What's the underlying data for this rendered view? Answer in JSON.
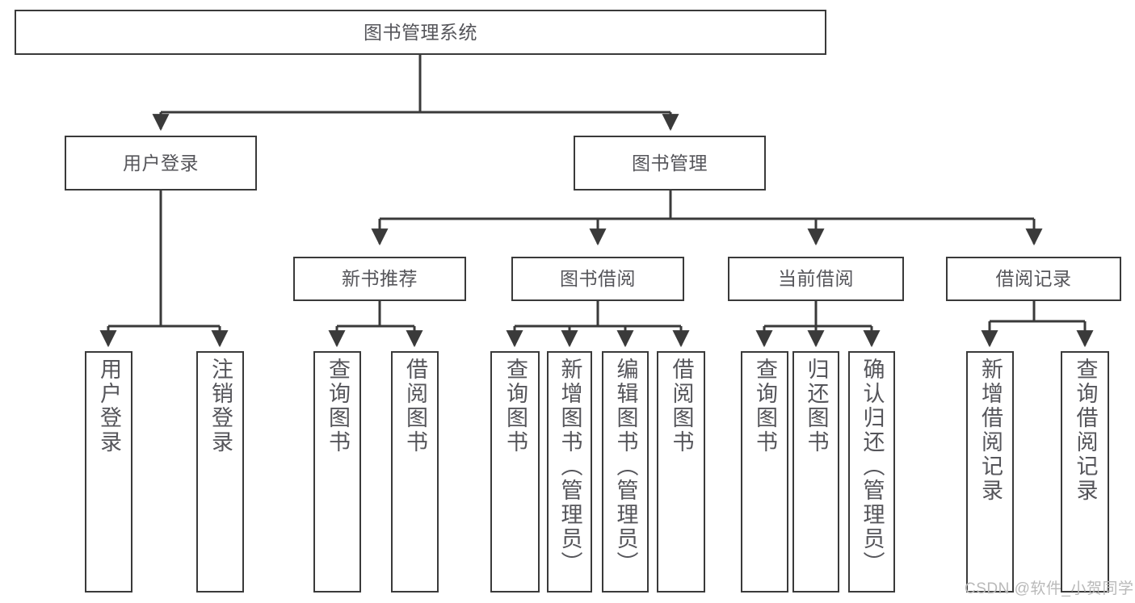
{
  "diagram": {
    "title": "图书管理系统",
    "type": "tree-hierarchy-chart",
    "root": {
      "label": "图书管理系统"
    },
    "level1": [
      {
        "label": "用户登录"
      },
      {
        "label": "图书管理"
      }
    ],
    "level2": [
      {
        "label": "新书推荐"
      },
      {
        "label": "图书借阅"
      },
      {
        "label": "当前借阅"
      },
      {
        "label": "借阅记录"
      }
    ],
    "leaves": {
      "user_login": [
        {
          "label": "用户登录"
        },
        {
          "label": "注销登录"
        }
      ],
      "new_book_recommend": [
        {
          "label": "查询图书"
        },
        {
          "label": "借阅图书"
        }
      ],
      "book_borrow": [
        {
          "label": "查询图书"
        },
        {
          "label": "新增图书（管理员）"
        },
        {
          "label": "编辑图书（管理员）"
        },
        {
          "label": "借阅图书"
        }
      ],
      "current_borrow": [
        {
          "label": "查询图书"
        },
        {
          "label": "归还图书"
        },
        {
          "label": "确认归还（管理员）"
        }
      ],
      "borrow_record": [
        {
          "label": "新增借阅记录"
        },
        {
          "label": "查询借阅记录"
        }
      ]
    }
  },
  "watermark": {
    "text": "CSDN @软件_小贺同学"
  },
  "colors": {
    "stroke": "#3a3a3a",
    "text": "#55555a",
    "background": "#ffffff",
    "watermark": "#b9b9b9"
  }
}
